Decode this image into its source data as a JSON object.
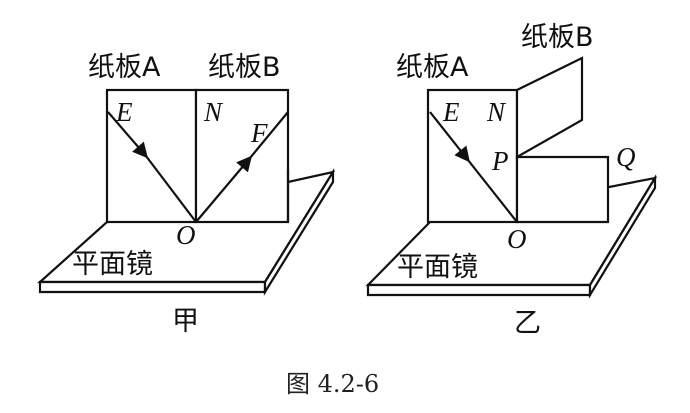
{
  "figure_a": {
    "board_a_label": "纸板A",
    "board_b_label": "纸板B",
    "point_e": "E",
    "point_n": "N",
    "point_f": "F",
    "point_o": "O",
    "mirror_label": "平面镜",
    "sub_caption": "甲"
  },
  "figure_b": {
    "board_a_label": "纸板A",
    "board_b_label": "纸板B",
    "point_e": "E",
    "point_n": "N",
    "point_p": "P",
    "point_q": "Q",
    "point_o": "O",
    "mirror_label": "平面镜",
    "sub_caption": "乙"
  },
  "caption": "图 4.2-6"
}
